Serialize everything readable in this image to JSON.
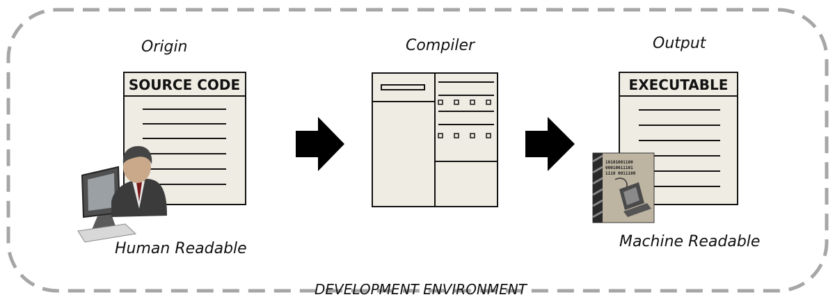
{
  "stages": {
    "origin": {
      "heading": "Origin",
      "doc_title": "SOURCE CODE",
      "caption": "Human Readable"
    },
    "compiler": {
      "heading": "Compiler"
    },
    "output": {
      "heading": "Output",
      "doc_title": "EXECUTABLE",
      "caption": "Machine Readable"
    }
  },
  "environment_label": "DEVELOPMENT ENVIRONMENT",
  "binary_lines": [
    "10101001100",
    "00010011101",
    "1110 0011100"
  ],
  "icons": {
    "person": "person-at-computer-icon",
    "machine": "machine-binary-icon",
    "arrow": "right-arrow-icon"
  }
}
